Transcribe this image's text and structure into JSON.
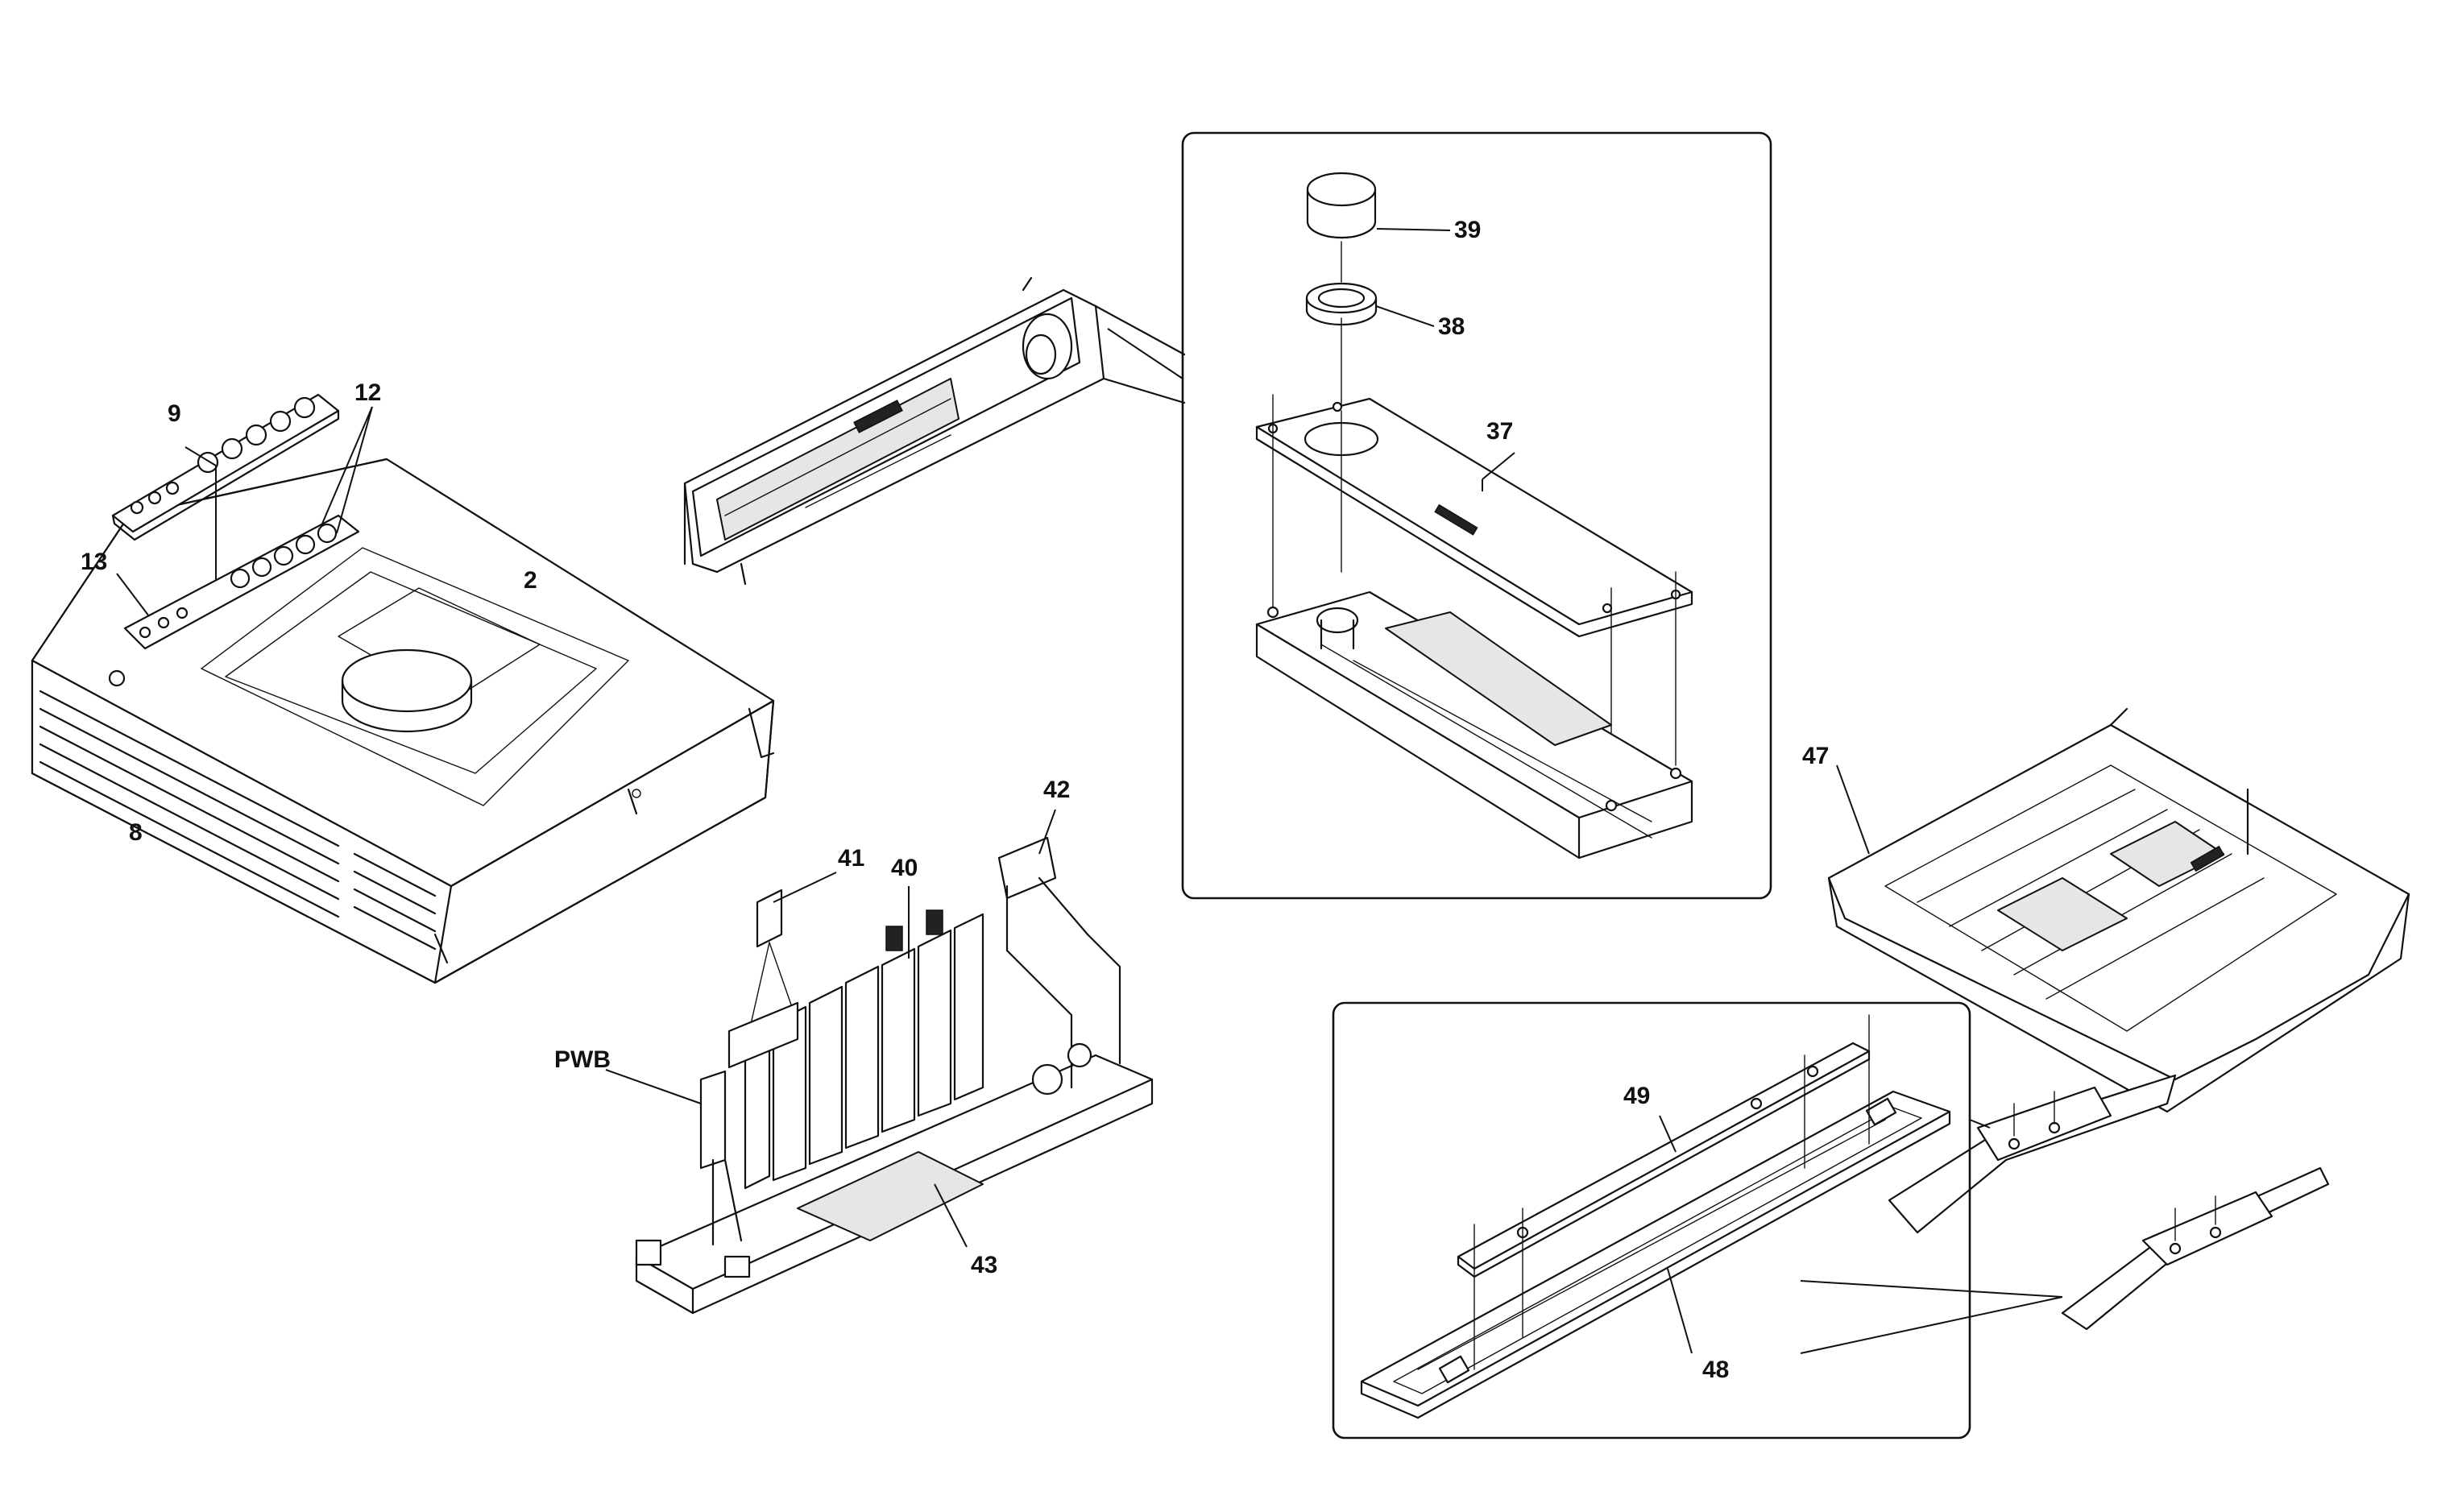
{
  "callouts": {
    "c2": "2",
    "c8": "8",
    "c9": "9",
    "c12": "12",
    "c13": "13",
    "c37": "37",
    "c38": "38",
    "c39": "39",
    "c40": "40",
    "c41": "41",
    "c42": "42",
    "c43": "43",
    "c47": "47",
    "c48": "48",
    "c49": "49",
    "pwb": "PWB"
  },
  "colors": {
    "line": "#111111",
    "background": "#ffffff",
    "shade": "#e6e6e6"
  }
}
